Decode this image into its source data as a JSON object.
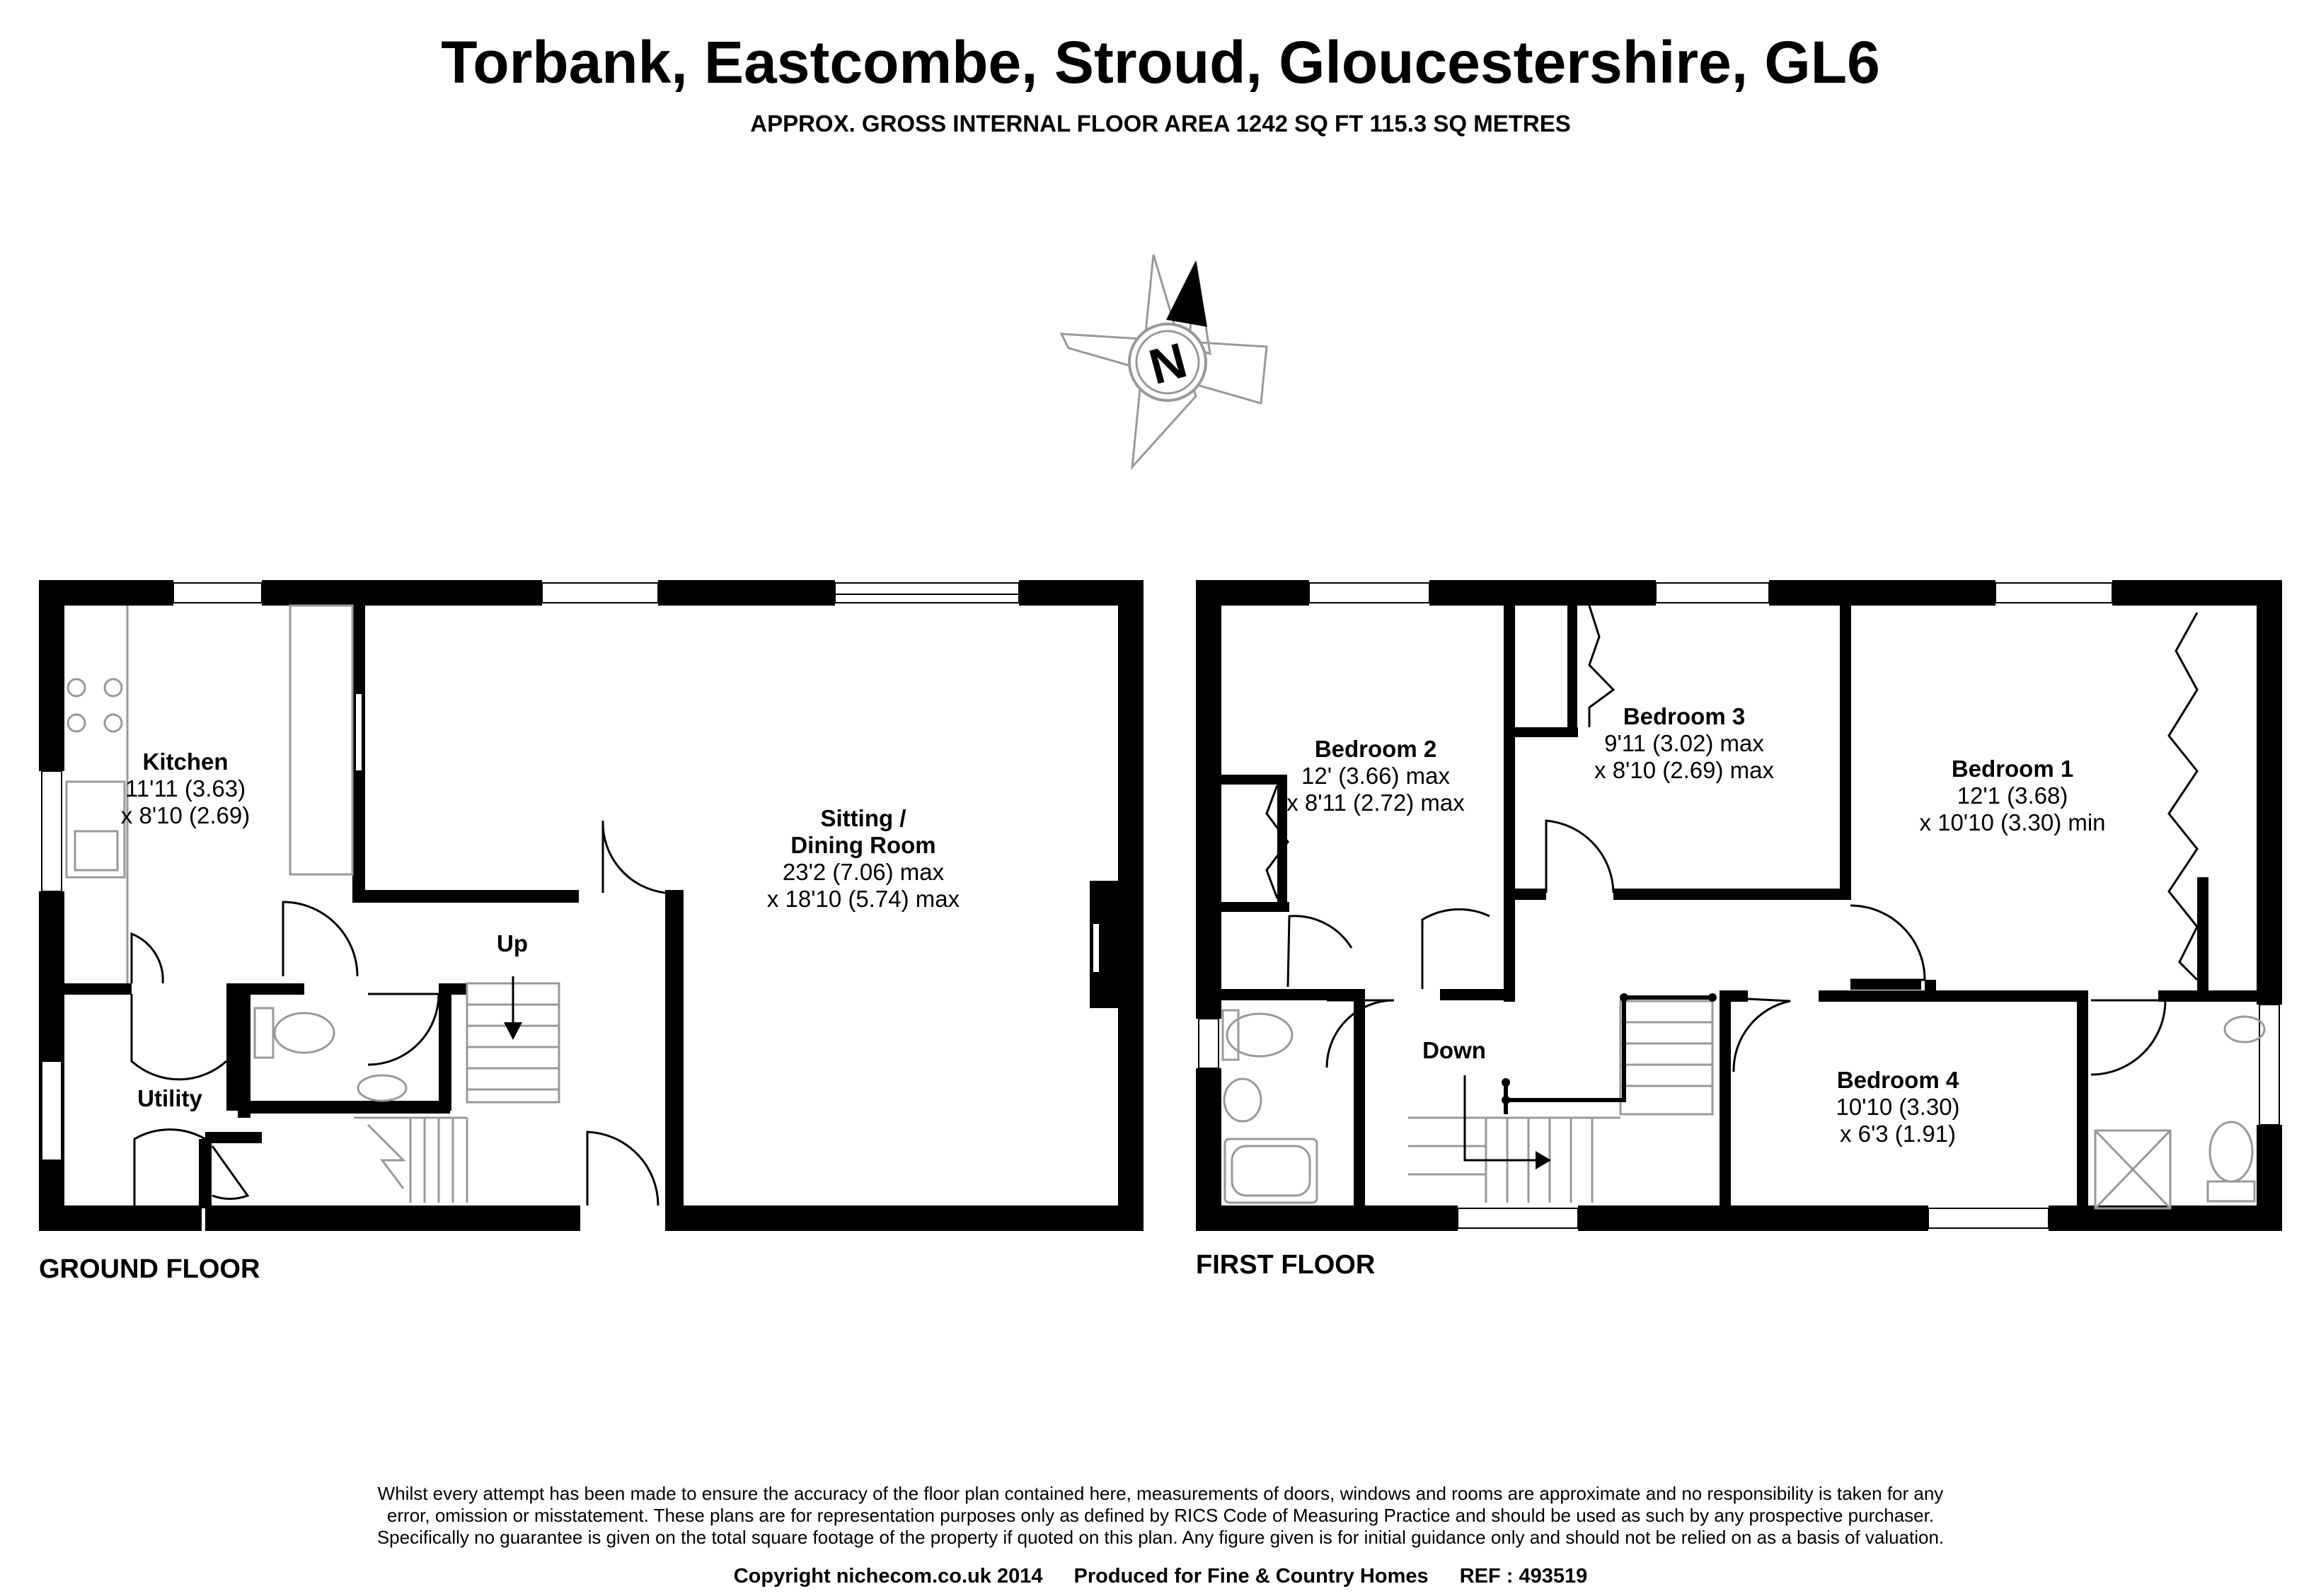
{
  "header": {
    "title": "Torbank, Eastcombe, Stroud, Gloucestershire, GL6",
    "subtitle": "APPROX. GROSS INTERNAL FLOOR AREA 1242 SQ FT 115.3 SQ METRES"
  },
  "compass": {
    "label": "N",
    "icon": "north-compass-icon"
  },
  "ground_floor": {
    "label": "GROUND FLOOR",
    "stairs_label": "Up",
    "rooms": {
      "kitchen": {
        "name": "Kitchen",
        "dim1": "11'11 (3.63)",
        "dim2": "x 8'10 (2.69)"
      },
      "utility": {
        "name": "Utility"
      },
      "sitting": {
        "name1": "Sitting /",
        "name2": "Dining Room",
        "dim1": "23'2 (7.06) max",
        "dim2": "x 18'10 (5.74) max"
      }
    }
  },
  "first_floor": {
    "label": "FIRST FLOOR",
    "stairs_label": "Down",
    "rooms": {
      "bedroom1": {
        "name": "Bedroom 1",
        "dim1": "12'1 (3.68)",
        "dim2": "x 10'10 (3.30) min"
      },
      "bedroom2": {
        "name": "Bedroom 2",
        "dim1": "12' (3.66) max",
        "dim2": "x 8'11 (2.72) max"
      },
      "bedroom3": {
        "name": "Bedroom 3",
        "dim1": "9'11 (3.02) max",
        "dim2": "x 8'10 (2.69) max"
      },
      "bedroom4": {
        "name": "Bedroom 4",
        "dim1": "10'10 (3.30)",
        "dim2": "x 6'3 (1.91)"
      }
    }
  },
  "footer": {
    "disclaimer1": "Whilst every attempt has been made to ensure the accuracy of the floor plan contained here, measurements of doors, windows and rooms are approximate and no responsibility is taken for any",
    "disclaimer2": "error, omission or misstatement. These plans are for representation purposes only as defined by RICS Code of Measuring Practice and should be used as such by any prospective purchaser.",
    "disclaimer3": "Specifically no guarantee is given on the total square footage of the property if quoted on this plan. Any figure given is for initial guidance only and should not be relied on as a basis of valuation.",
    "copyright": "Copyright nichecom.co.uk 2014",
    "produced": "Produced for Fine & Country Homes",
    "ref": "REF : 493519"
  }
}
